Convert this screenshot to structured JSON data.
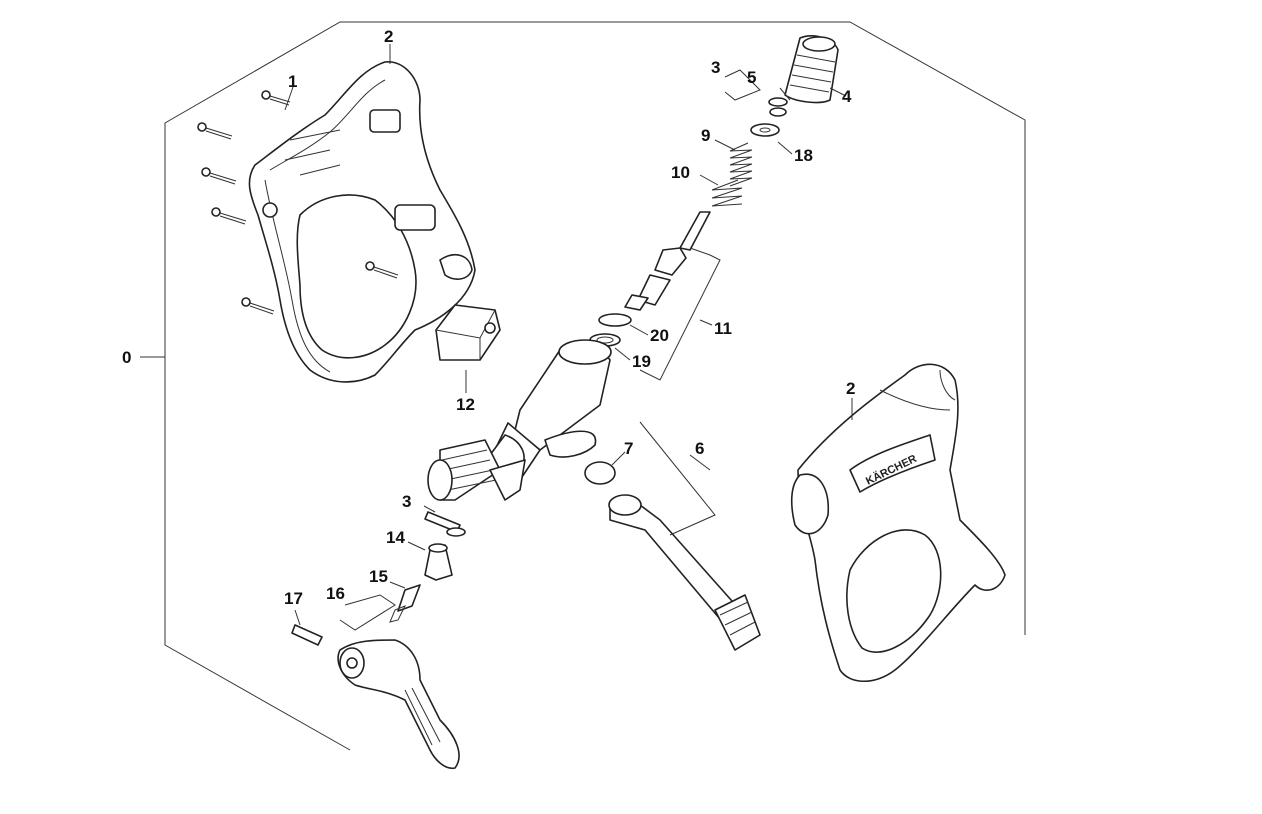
{
  "labels": {
    "assembly": "0",
    "screw": "1",
    "housing_left": "2",
    "housing_right": "2",
    "seal_kit_top": "3",
    "seal_kit_bottom": "3",
    "nipple": "4",
    "oring_top": "5",
    "tube": "6",
    "oring_tube": "7",
    "spring_small": "9",
    "spring_large": "10",
    "valve_kit": "11",
    "cap": "12",
    "bushing": "14",
    "pin_valve": "15",
    "trigger_kit": "16",
    "pin_trigger": "17",
    "washer": "18",
    "oring_valve": "19",
    "seal_ring": "20"
  },
  "logo_text": "KÄRCHER"
}
